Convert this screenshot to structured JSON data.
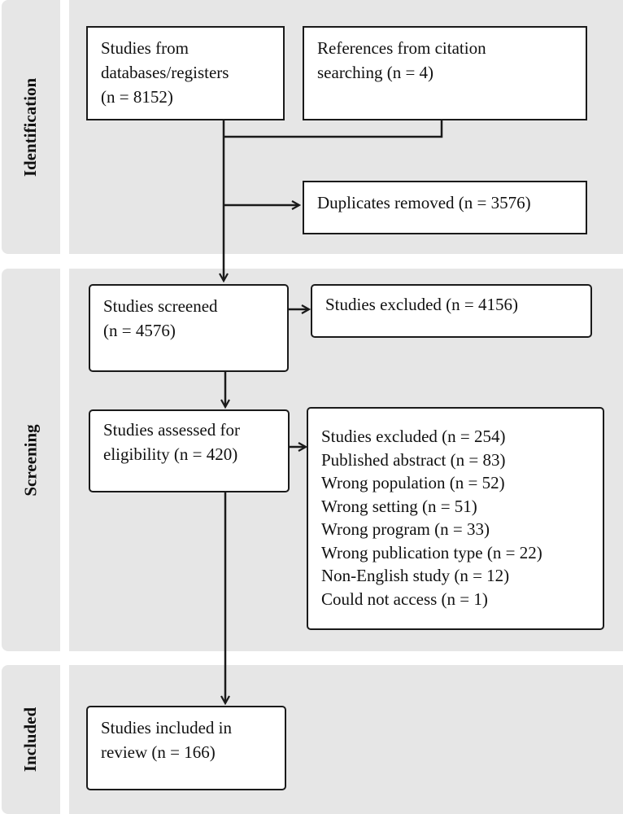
{
  "phases": {
    "identification": "Identification",
    "screening": "Screening",
    "included": "Included"
  },
  "boxes": {
    "databases": [
      "Studies from",
      "databases/registers",
      "(n = 8152)"
    ],
    "citations": [
      "References from citation",
      "searching (n = 4)"
    ],
    "duplicates": [
      "Duplicates removed (n = 3576)"
    ],
    "screened": [
      "Studies screened",
      "(n = 4576)"
    ],
    "excluded_screening": [
      "Studies excluded (n = 4156)"
    ],
    "eligibility": [
      "Studies assessed for",
      "eligibility (n = 420)"
    ],
    "excluded_eligibility": [
      "Studies excluded (n = 254)",
      "Published abstract (n = 83)",
      "Wrong population (n = 52)",
      "Wrong setting (n = 51)",
      "Wrong program (n = 33)",
      "Wrong publication type (n = 22)",
      "Non-English study (n = 12)",
      "Could not access (n = 1)"
    ],
    "included": [
      "Studies included in",
      "review (n = 166)"
    ]
  }
}
